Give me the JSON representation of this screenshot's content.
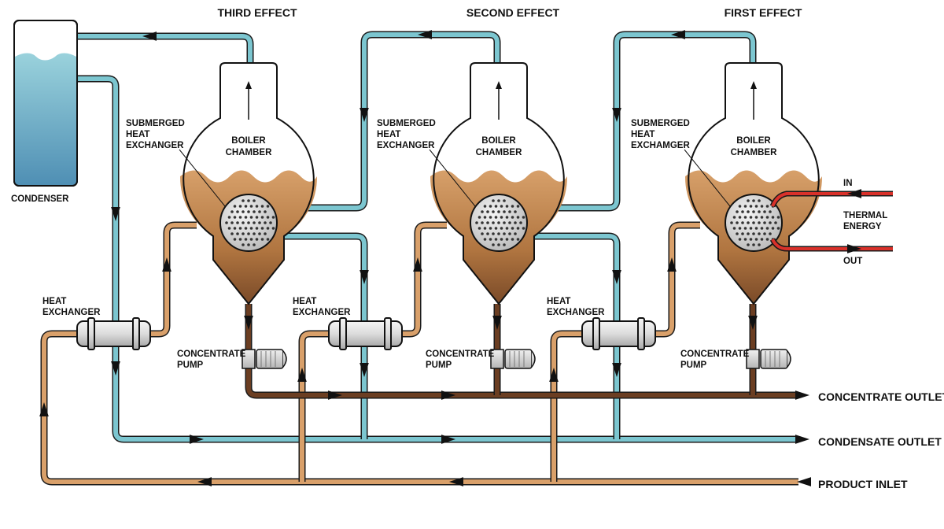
{
  "effects": [
    {
      "title": "THIRD EFFECT",
      "sub_label": [
        "SUBMERGED",
        "HEAT",
        "EXCHANGER"
      ],
      "chamber_label": [
        "BOILER",
        "CHAMBER"
      ],
      "hx_label": [
        "HEAT",
        "EXCHANGER"
      ],
      "pump_label": [
        "CONCENTRATE",
        "PUMP"
      ]
    },
    {
      "title": "SECOND EFFECT",
      "sub_label": [
        "SUBMERGED",
        "HEAT",
        "EXCHANGER"
      ],
      "chamber_label": [
        "BOILER",
        "CHAMBER"
      ],
      "hx_label": [
        "HEAT",
        "EXCHANGER"
      ],
      "pump_label": [
        "CONCENTRATE",
        "PUMP"
      ]
    },
    {
      "title": "FIRST EFFECT",
      "sub_label": [
        "SUBMERGED",
        "HEAT",
        "EXCHAMGER"
      ],
      "chamber_label": [
        "BOILER",
        "CHAMBER"
      ],
      "hx_label": [
        "HEAT",
        "EXCHANGER"
      ],
      "pump_label": [
        "CONCENTRATE",
        "PUMP"
      ]
    }
  ],
  "condenser_label": "CONDENSER",
  "thermal": {
    "in_label": "IN",
    "energy_label": [
      "THERMAL",
      "ENERGY"
    ],
    "out_label": "OUT"
  },
  "outlets": {
    "concentrate": "CONCENTRATE OUTLET",
    "condensate": "CONDENSATE OUTLET",
    "product": "PRODUCT INLET"
  },
  "colors": {
    "vapor_pipe": "#7cc6d0",
    "product_pipe": "#d9a06a",
    "concentrate_pipe": "#6b3e22",
    "thermal_pipe": "#d9312a",
    "liquid": "#c98a4c",
    "concentrate": "#8c5a34",
    "condenser_water": "#6aabc4"
  }
}
